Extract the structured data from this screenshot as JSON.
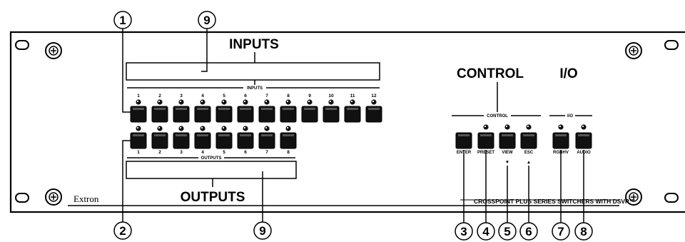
{
  "panel": {
    "brand": "Extron",
    "model_text": "CROSSPOINT PLUS SERIES SWITCHERS WITH DSVP™"
  },
  "headings": {
    "inputs": "INPUTS",
    "outputs": "OUTPUTS",
    "control": "CONTROL",
    "io": "I/O"
  },
  "small_labels": {
    "inputs": "INPUTS",
    "outputs": "OUTPUTS",
    "control": "CONTROL",
    "io": "I/O"
  },
  "input_buttons": [
    "1",
    "2",
    "3",
    "4",
    "5",
    "6",
    "7",
    "8",
    "9",
    "10",
    "11",
    "12"
  ],
  "output_buttons": [
    "1",
    "2",
    "3",
    "4",
    "5",
    "6",
    "7",
    "8"
  ],
  "control_buttons": [
    "ENTER",
    "PRESET",
    "VIEW",
    "ESC"
  ],
  "control_arrows": {
    "view": "▼",
    "esc": "▲"
  },
  "io_buttons": [
    "RGBHV",
    "AUDIO"
  ],
  "callouts": [
    "1",
    "2",
    "3",
    "4",
    "5",
    "6",
    "7",
    "8",
    "9",
    "9"
  ]
}
